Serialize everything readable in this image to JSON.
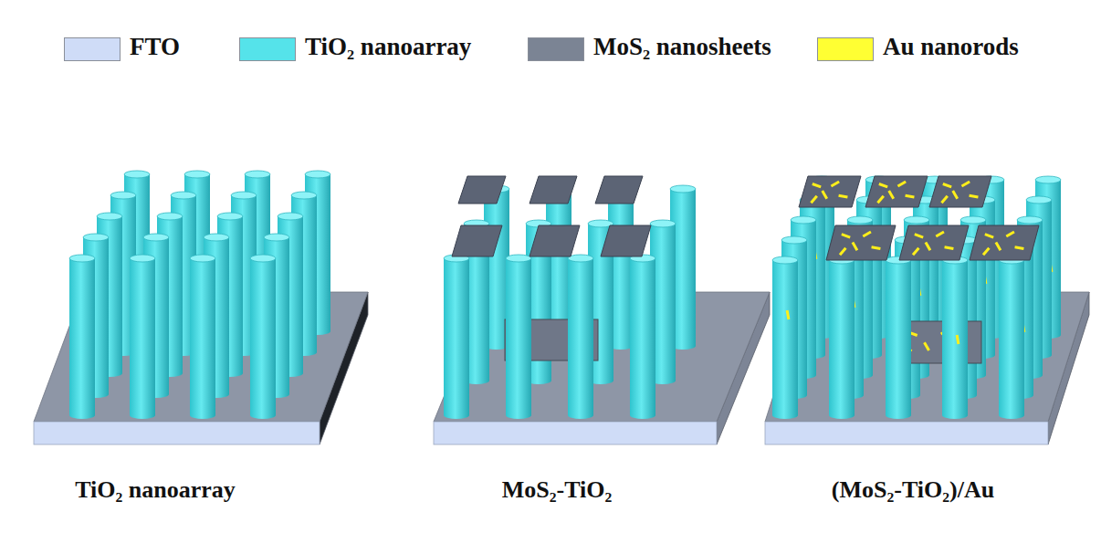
{
  "diagram": {
    "labels": [
      "TiO₂ nanoarray",
      "MoS₂-TiO₂",
      "(MoS₂-TiO₂)/Au"
    ],
    "legend": [
      {
        "text": "FTO",
        "color": "#cfdcf7"
      },
      {
        "text": "TiO₂ nanoarray",
        "color": "#55e3ea"
      },
      {
        "text": "MoS₂ nanosheets",
        "color": "#7b8494"
      },
      {
        "text": "Au nanorods",
        "color": "#ffff33"
      }
    ]
  }
}
